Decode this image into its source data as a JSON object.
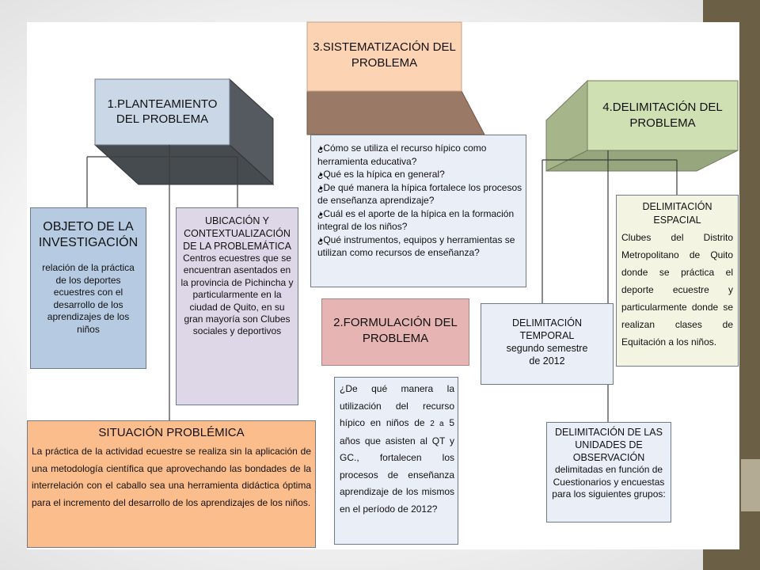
{
  "headers": {
    "planteamiento": "1.PLANTEAMIENTO DEL PROBLEMA",
    "formulacion": "2.FORMULACIÓN DEL PROBLEMA",
    "sistematizacion": "3.SISTEMATIZACIÓN DEL PROBLEMA",
    "delimitacion": "4.DELIMITACIÓN DEL PROBLEMA"
  },
  "objeto": {
    "title": "OBJETO DE LA INVESTIGACIÓN",
    "body": "relación de la práctica de los deportes ecuestres con el desarrollo de los aprendizajes de los niños"
  },
  "ubicacion": {
    "title": "UBICACIÓN Y CONTEXTUALIZACIÓN DE LA PROBLEMÁTICA",
    "body": "Centros ecuestres que se encuentran asentados en la provincia de Pichincha y particularmente en la ciudad de Quito, en su gran mayoría son Clubes sociales y deportivos"
  },
  "situacion": {
    "title": "SITUACIÓN PROBLÉMICA",
    "body": "La  práctica de la actividad ecuestre se realiza sin la aplicación de una metodología científica que aprovechando las bondades de la interrelación con el caballo sea una herramienta didáctica óptima para el incremento del desarrollo de los aprendizajes de los niños."
  },
  "sistematizacion_questions": [
    "¿Cómo se utiliza el recurso hípico como herramienta educativa?",
    "¿Qué es la hípica en general?",
    "¿De qué manera la hípica fortalece los procesos de enseñanza aprendizaje?",
    "¿Cuál es el aporte de la hípica en la formación integral de los niños?",
    "¿Qué instrumentos, equipos y herramientas se utilizan como recursos de enseñanza?"
  ],
  "formulacion_question": {
    "part1": "¿De qué manera la utilización del recurso hípico en niños de ",
    "age": "2 a",
    "part2": " 5 años que asisten al QT y GC., fortalecen los procesos de enseñanza aprendizaje de los mismos en el período de 2012?"
  },
  "temporal": {
    "title": "DELIMITACIÓN TEMPORAL",
    "body": "segundo semestre de 2012"
  },
  "espacial": {
    "title": "DELIMITACIÓN ESPACIAL",
    "body": "Clubes del Distrito Metropolitano de Quito donde se práctica el deporte ecuestre y particularmente donde se realizan clases de Equitación a los niños."
  },
  "unidades": {
    "title": "DELIMITACIÓN DE LAS UNIDADES DE OBSERVACIÓN",
    "body": "delimitadas en función de Cuestionarios y encuestas para los siguientes grupos:"
  },
  "colors": {
    "planteamiento_face": "#c9d7e6",
    "planteamiento_side": "#555a60",
    "sistematizacion_face": "#fcd3b3",
    "sistematizacion_side": "#9a7a66",
    "formulacion_face": "#e6b4b2",
    "delimitacion_face": "#cfe0b3",
    "delimitacion_side": "#a6b58a",
    "objeto_fill": "#b6cbe2",
    "ubicacion_fill": "#ddd7e8",
    "situacion_fill": "#fbbd8c",
    "lightblue_fill": "#e9eef7",
    "espacial_fill": "#f3f4e2",
    "side_bar": "#6b6045"
  }
}
